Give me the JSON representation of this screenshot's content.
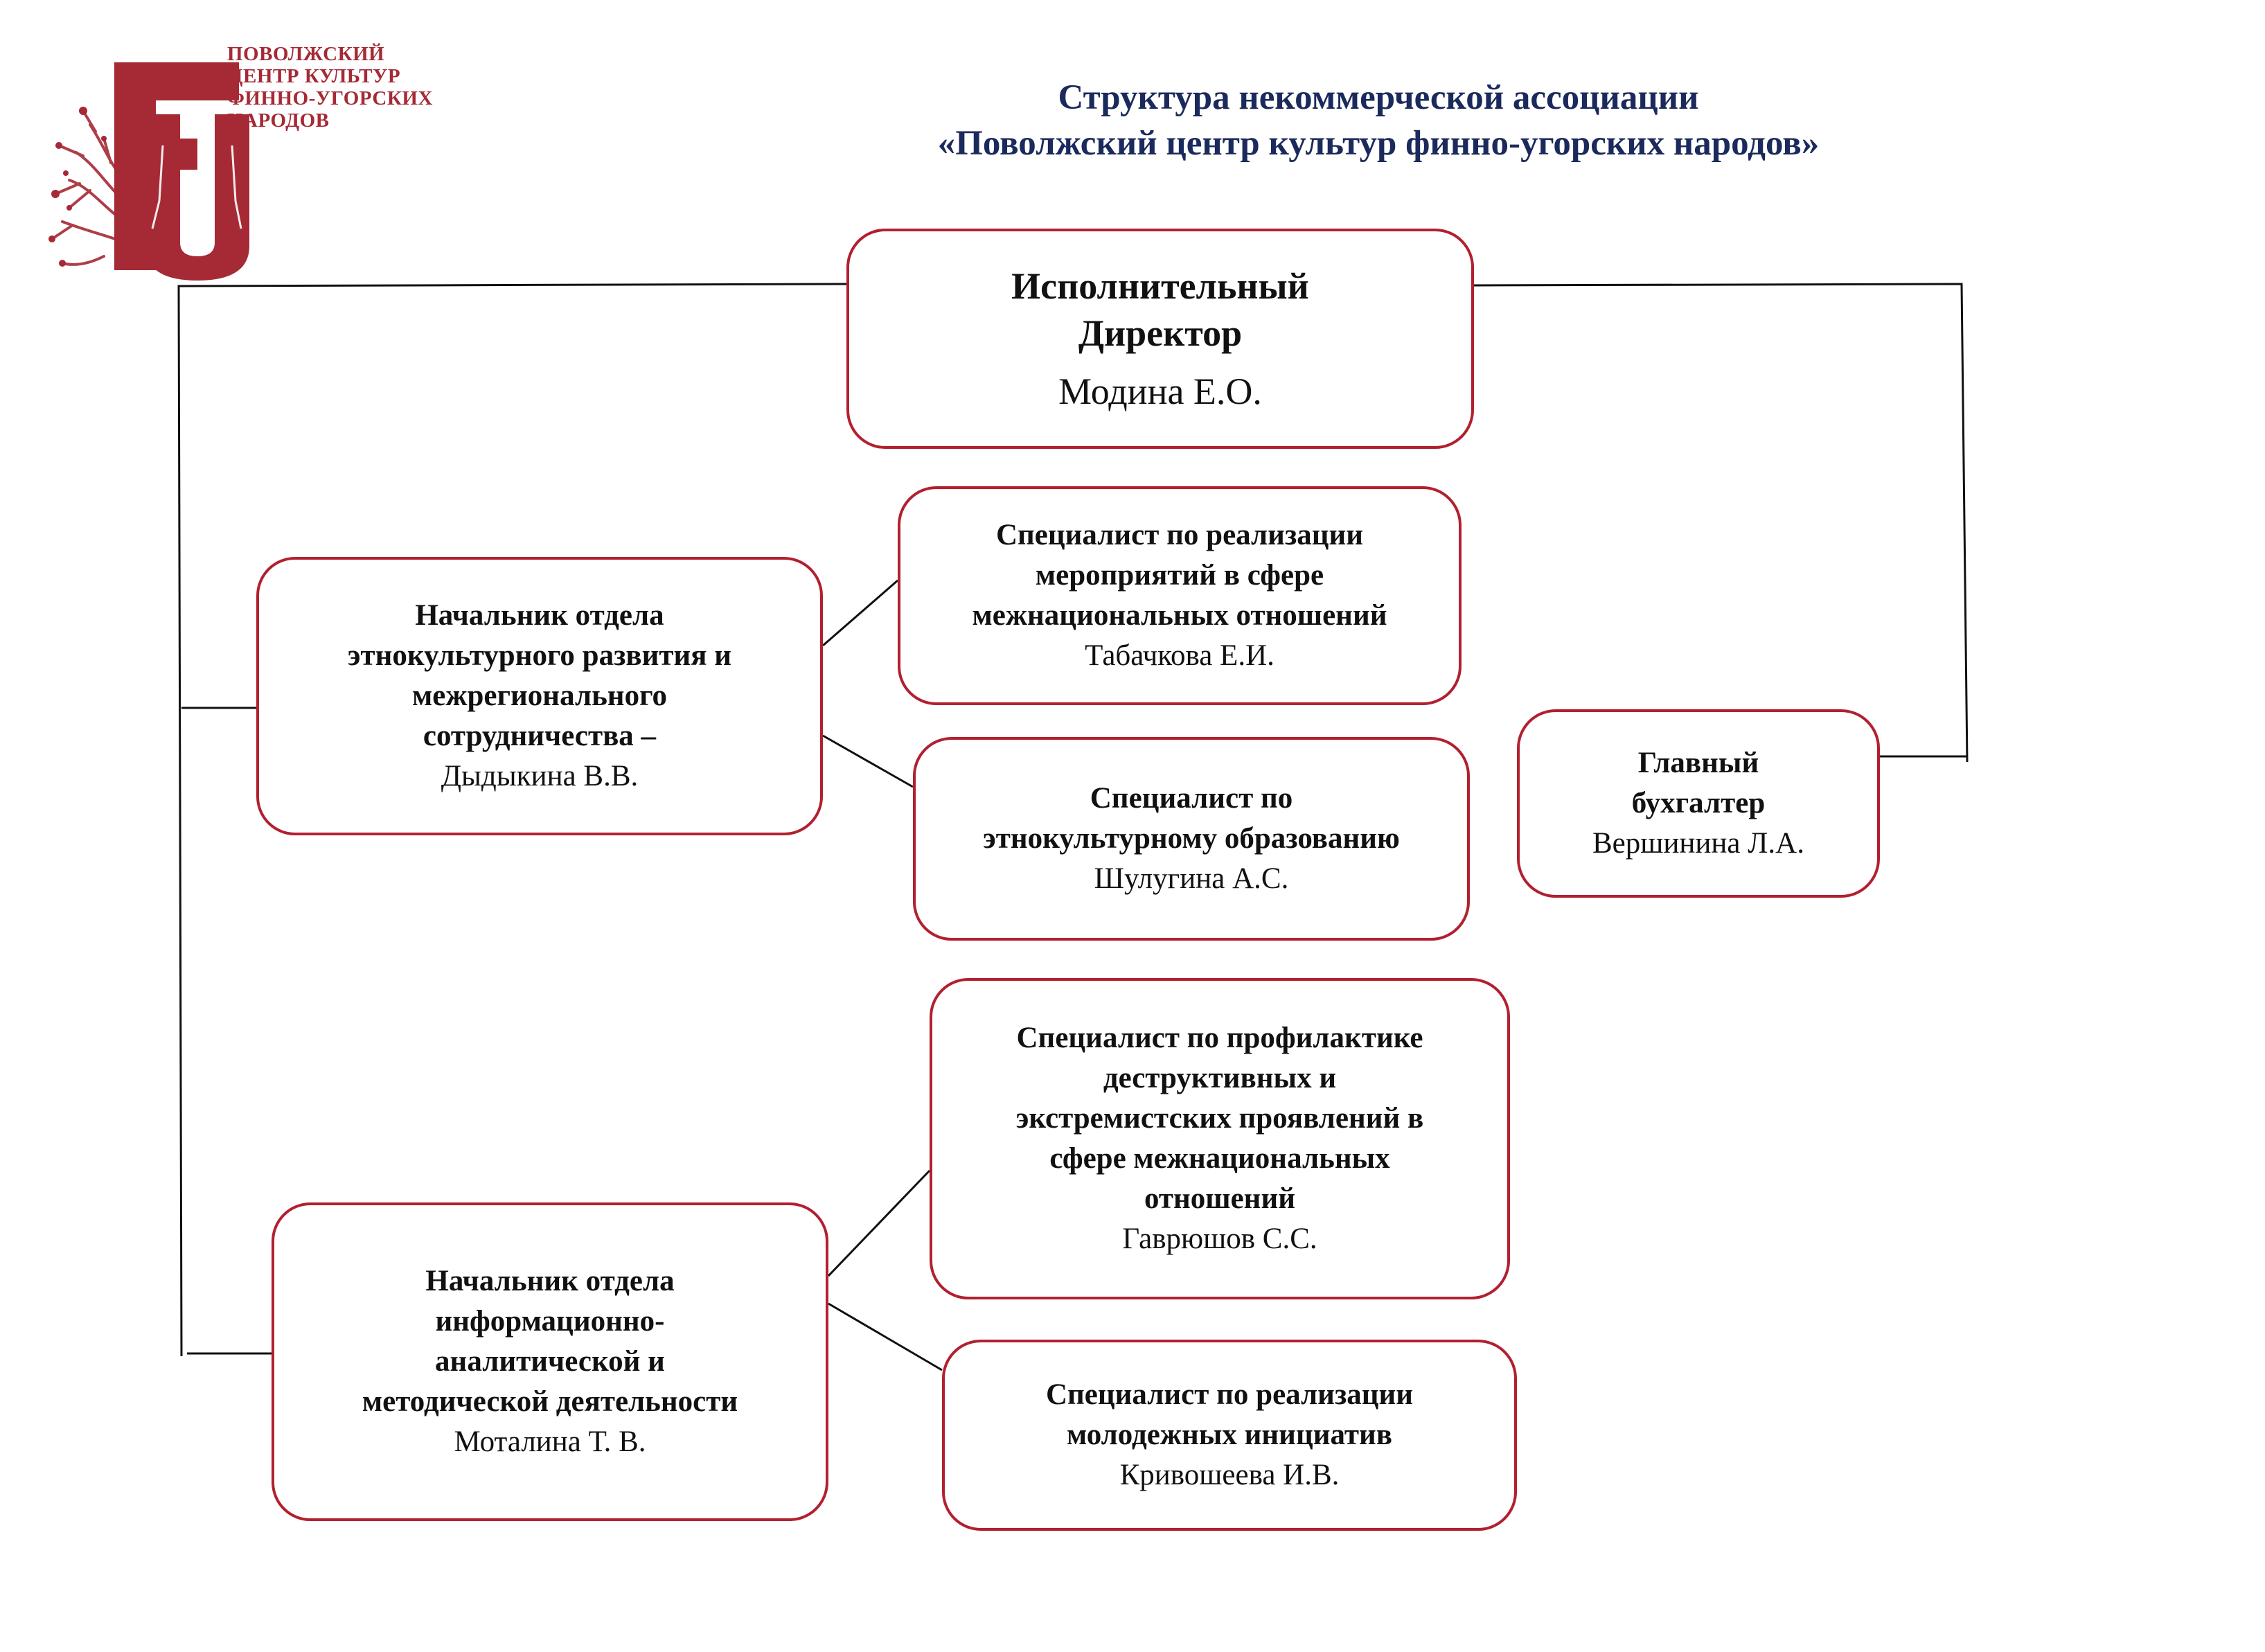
{
  "logo": {
    "letters": "FU",
    "caption_lines": [
      "ПОВОЛЖСКИЙ",
      "ЦЕНТР КУЛЬТУР",
      "ФИННО-УГОРСКИХ",
      "НАРОДОВ"
    ],
    "color": "#a52a35"
  },
  "title": {
    "line1": "Структура некоммерческой ассоциации",
    "line2": "«Поволжский центр культур финно-угорских народов»",
    "color": "#1b2a5c"
  },
  "colors": {
    "box_border": "#b22030",
    "connector": "#111111"
  },
  "boxes": {
    "director": {
      "role": "Исполнительный\nДиректор",
      "person": "Модина Е.О."
    },
    "head_ethno": {
      "role": "Начальник отдела\nэтнокультурного развития и\nмежрегионального\nсотрудничества –",
      "person": "Дыдыкина В.В."
    },
    "spec_interethnic": {
      "role": "Специалист по реализации\nмероприятий в сфере\nмежнациональных отношений",
      "person": "Табачкова Е.И."
    },
    "spec_ethno_edu": {
      "role": "Специалист по\nэтнокультурному образованию",
      "person": "Шулугина А.С."
    },
    "accountant": {
      "role": "Главный\nбухгалтер",
      "person": "Вершинина Л.А."
    },
    "spec_prevention": {
      "role": "Специалист по профилактике\nдеструктивных и\nэкстремистских проявлений в\nсфере межнациональных\nотношений",
      "person": "Гаврюшов С.С."
    },
    "head_info": {
      "role": "Начальник отдела\nинформационно-\nаналитической и\nметодической деятельности",
      "person": "Моталина Т. В."
    },
    "spec_youth": {
      "role": "Специалист по реализации\nмолодежных инициатив",
      "person": "Кривошеева И.В."
    }
  }
}
